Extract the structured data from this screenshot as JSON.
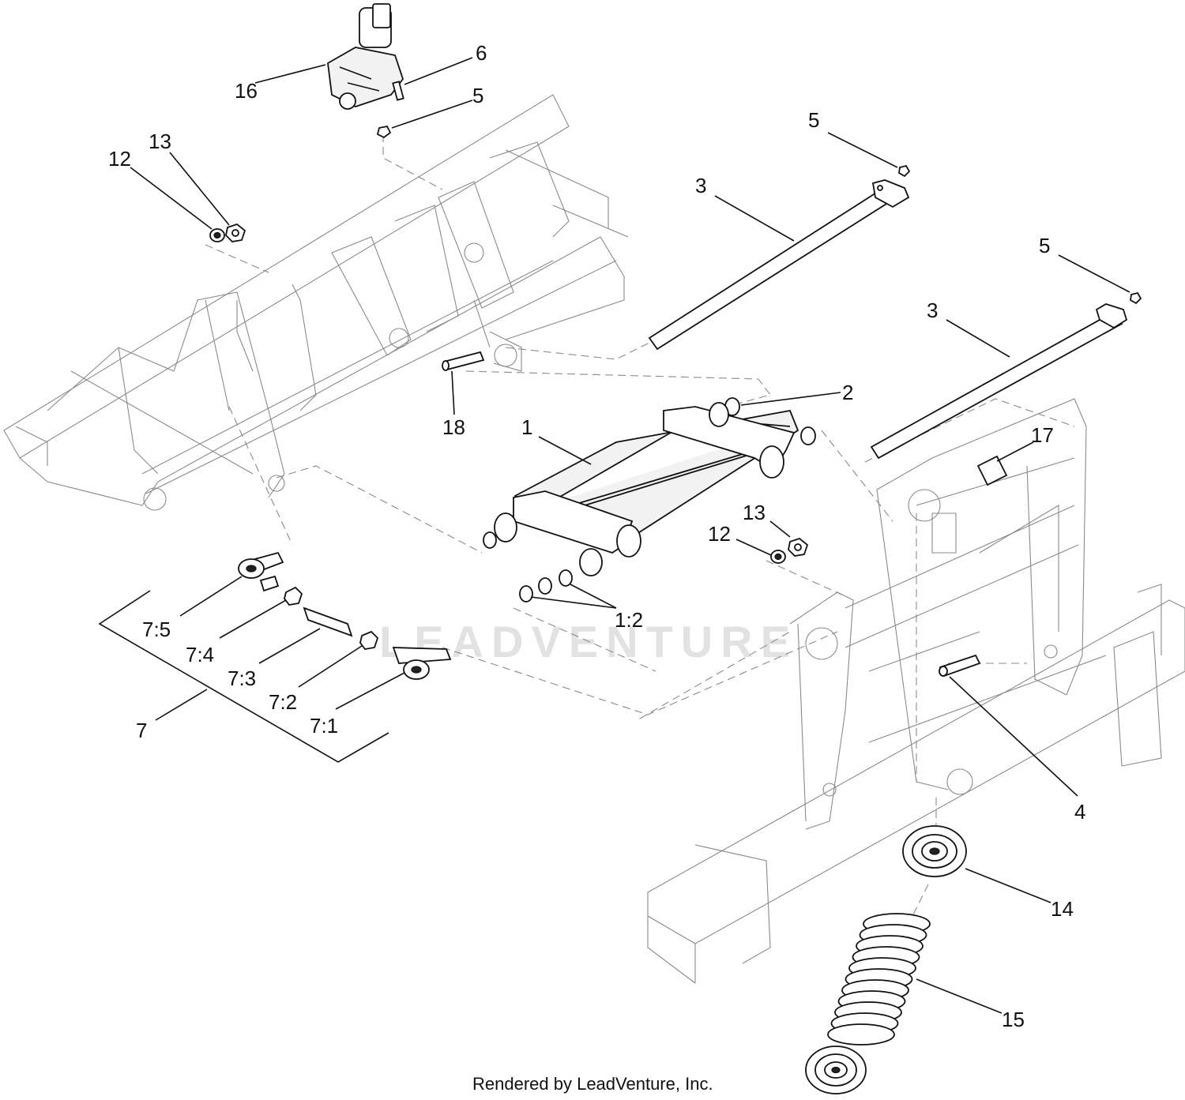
{
  "callouts": [
    {
      "id": "c16",
      "text": "16"
    },
    {
      "id": "c6",
      "text": "6"
    },
    {
      "id": "c5a",
      "text": "5"
    },
    {
      "id": "c13a",
      "text": "13"
    },
    {
      "id": "c12a",
      "text": "12"
    },
    {
      "id": "c5b",
      "text": "5"
    },
    {
      "id": "c3a",
      "text": "3"
    },
    {
      "id": "c5c",
      "text": "5"
    },
    {
      "id": "c3b",
      "text": "3"
    },
    {
      "id": "c2",
      "text": "2"
    },
    {
      "id": "c18",
      "text": "18"
    },
    {
      "id": "c1",
      "text": "1"
    },
    {
      "id": "c17",
      "text": "17"
    },
    {
      "id": "c13b",
      "text": "13"
    },
    {
      "id": "c12b",
      "text": "12"
    },
    {
      "id": "c12sub",
      "text": "1:2"
    },
    {
      "id": "c75",
      "text": "7:5"
    },
    {
      "id": "c74",
      "text": "7:4"
    },
    {
      "id": "c73",
      "text": "7:3"
    },
    {
      "id": "c72",
      "text": "7:2"
    },
    {
      "id": "c71",
      "text": "7:1"
    },
    {
      "id": "c7",
      "text": "7"
    },
    {
      "id": "c4",
      "text": "4"
    },
    {
      "id": "c14",
      "text": "14"
    },
    {
      "id": "c15",
      "text": "15"
    }
  ],
  "watermark": "LEADVENTURE",
  "footer": "Rendered by LeadVenture, Inc."
}
